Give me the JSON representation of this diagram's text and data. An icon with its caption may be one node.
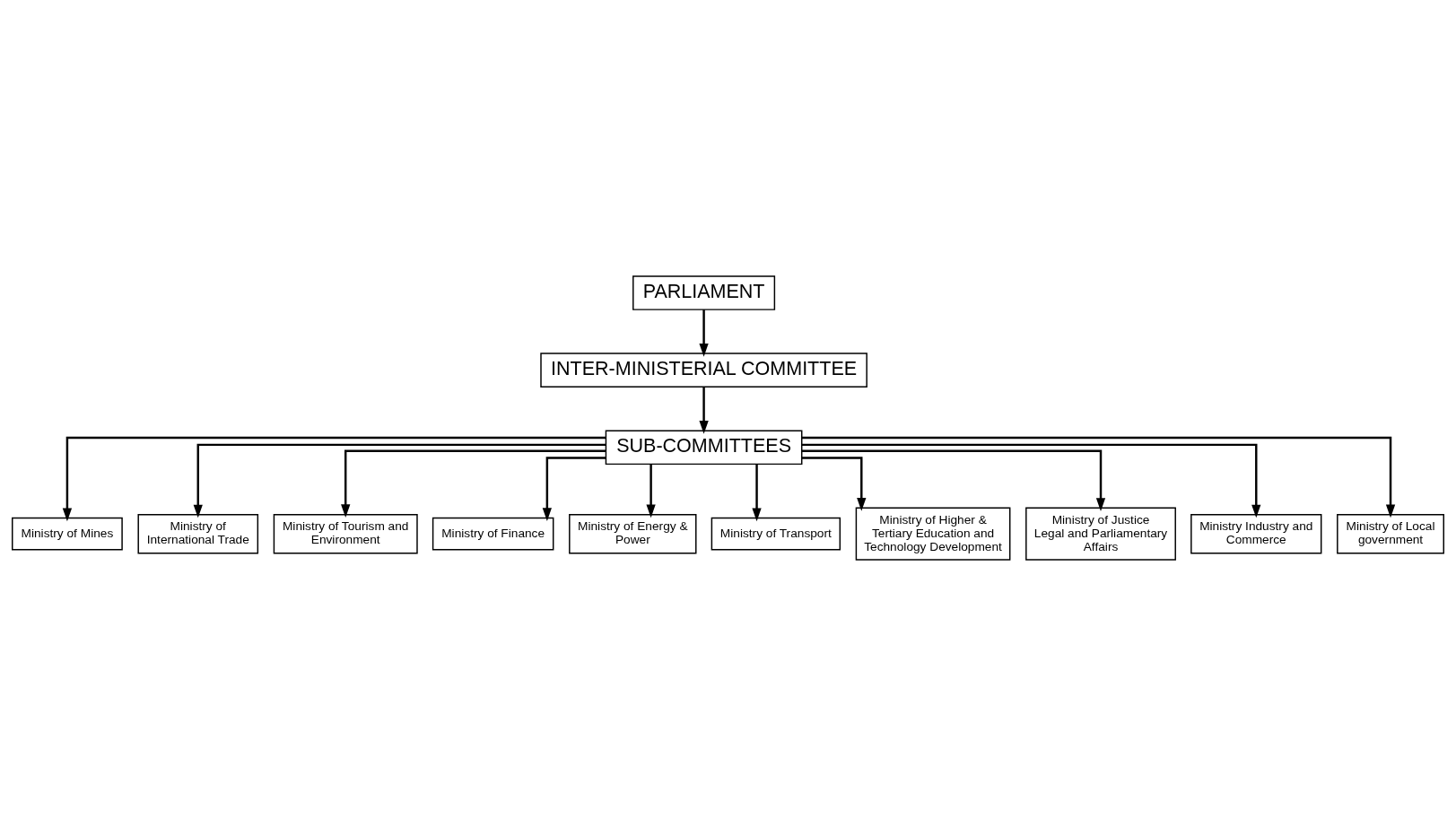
{
  "diagram": {
    "nodes": [
      {
        "text": [
          "PARLIAMENT"
        ]
      },
      {
        "text": [
          "INTER-MINISTERIAL COMMITTEE"
        ]
      },
      {
        "text": [
          "SUB-COMMITTEES"
        ]
      },
      {
        "text": [
          "Ministry of Mines"
        ]
      },
      {
        "text": [
          "Ministry of International Trade"
        ]
      },
      {
        "text": [
          "Ministry of Tourism and Environment"
        ]
      },
      {
        "text": [
          "Ministry of Finance"
        ]
      },
      {
        "text": [
          "Ministry of Energy & Power"
        ]
      },
      {
        "text": [
          "Ministry of Transport"
        ]
      },
      {
        "text": [
          "Ministry of Higher & Tertiary Education and Technology Development"
        ]
      },
      {
        "text": [
          "Ministry of Justice Legal and Parliamentary Affairs"
        ]
      },
      {
        "text": [
          "Ministry Industry and Commerce"
        ]
      },
      {
        "text": [
          "Ministry of Local government"
        ]
      }
    ],
    "edges": [
      {
        "from": 0,
        "to": 1,
        "arrow": "to"
      },
      {
        "from": 1,
        "to": 2,
        "arrow": "to"
      },
      {
        "from": 2,
        "to": 3,
        "arrow": "to"
      },
      {
        "from": 2,
        "to": 4,
        "arrow": "to"
      },
      {
        "from": 2,
        "to": 5,
        "arrow": "to"
      },
      {
        "from": 2,
        "to": 6,
        "arrow": "to"
      },
      {
        "from": 2,
        "to": 7,
        "arrow": "to"
      },
      {
        "from": 2,
        "to": 8,
        "arrow": "to"
      },
      {
        "from": 2,
        "to": 9,
        "arrow": "to"
      },
      {
        "from": 2,
        "to": 10,
        "arrow": "to"
      },
      {
        "from": 2,
        "to": 11,
        "arrow": "to"
      },
      {
        "from": 2,
        "to": 12,
        "arrow": "to"
      }
    ]
  }
}
